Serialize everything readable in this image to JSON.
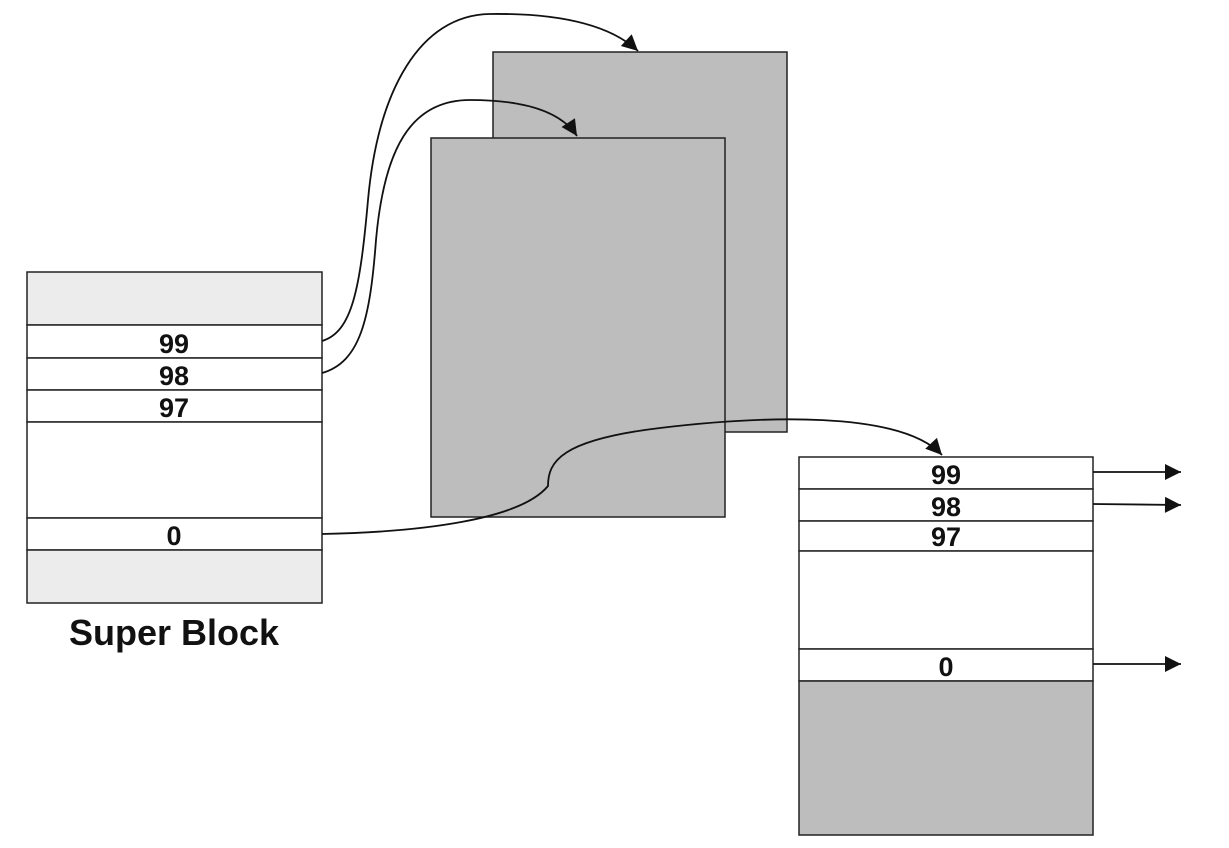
{
  "super_block": {
    "caption": "Super Block",
    "slots": [
      "99",
      "98",
      "97",
      "0"
    ]
  },
  "free_list_block": {
    "slots": [
      "99",
      "98",
      "97",
      "0"
    ]
  },
  "colors": {
    "reserved_area": "#ececec",
    "data_block_fill": "#bdbdbd",
    "line": "#222222",
    "background": "#ffffff"
  }
}
